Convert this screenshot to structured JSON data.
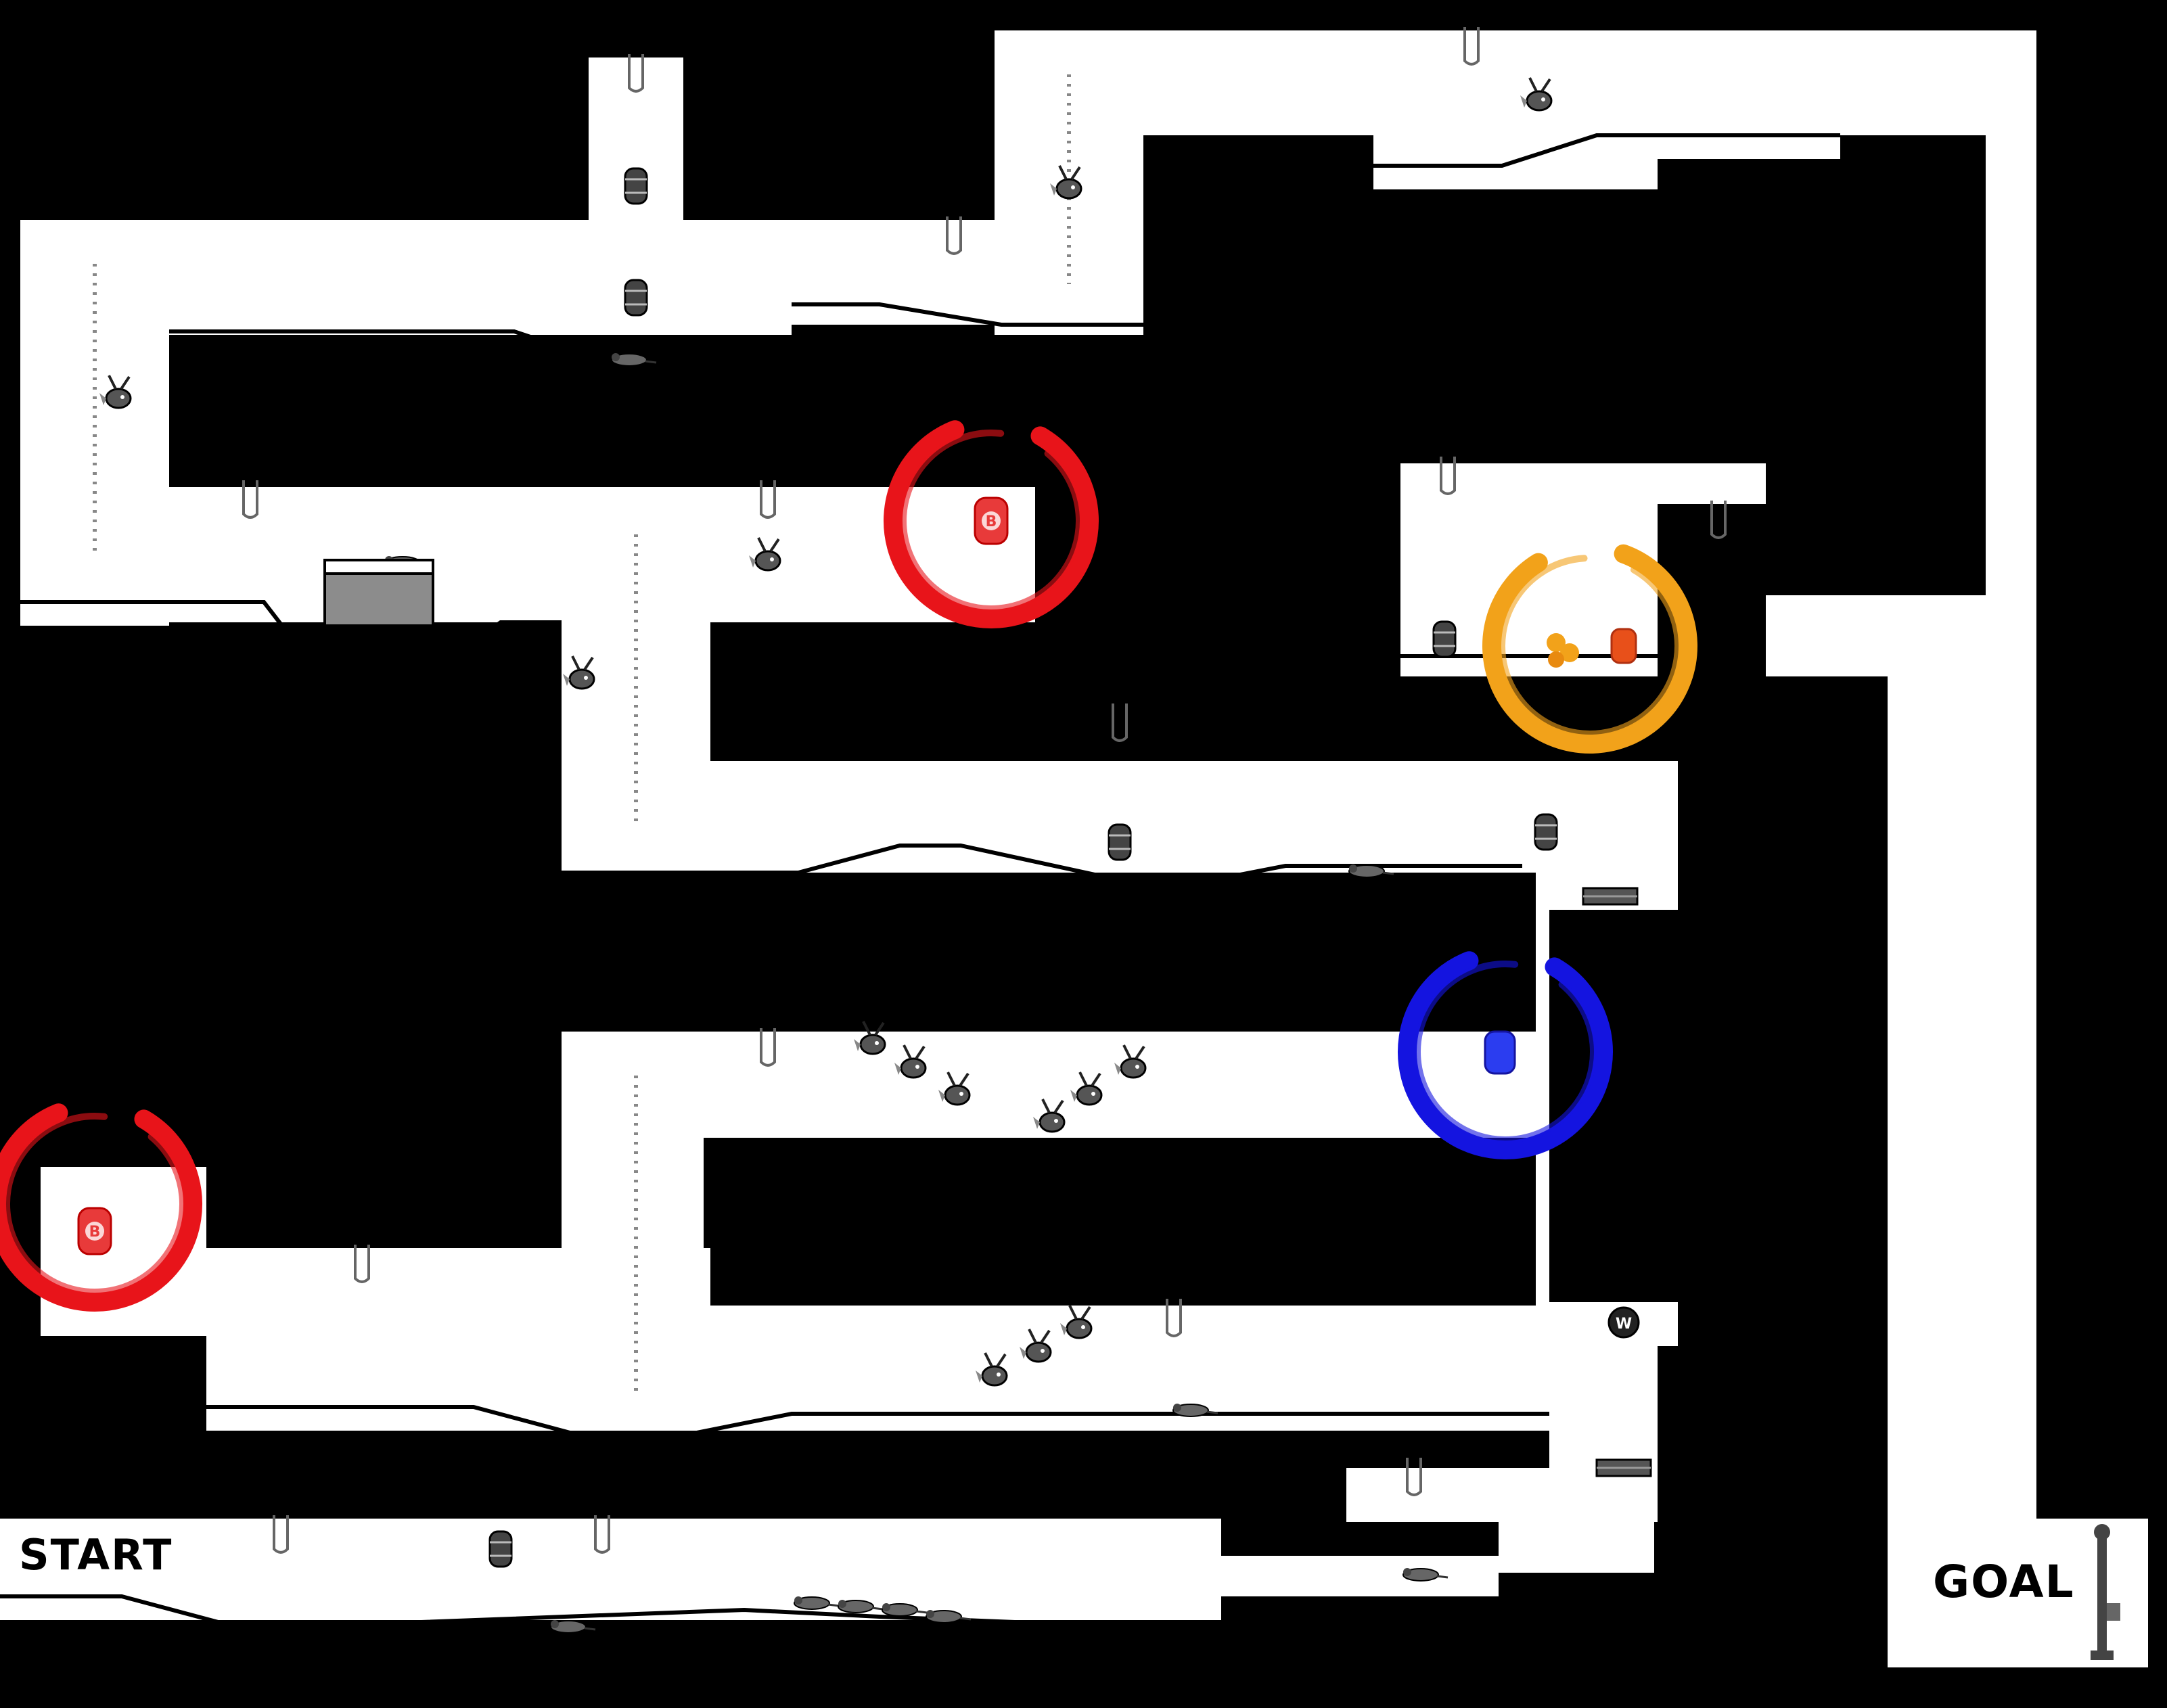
{
  "map": {
    "start_label": "START",
    "goal_label": "GOAL"
  },
  "colors": {
    "background": "#000000",
    "floor": "#ffffff",
    "red_circle": "#e8141a",
    "orange_circle": "#f2a21a",
    "blue_circle": "#1414e0",
    "platform_block": "#8c8c8c"
  },
  "bonus_barrels": [
    {
      "color": "red",
      "letter": "B"
    },
    {
      "color": "red",
      "letter": "B"
    },
    {
      "color": "blue",
      "letter": ""
    }
  ],
  "icons": [
    "barrel-icon",
    "zinger-icon",
    "rat-icon",
    "hook-icon",
    "golden-banana-icon",
    "dk-barrel-icon",
    "warp-w-icon",
    "goal-post-icon",
    "crate-icon"
  ]
}
